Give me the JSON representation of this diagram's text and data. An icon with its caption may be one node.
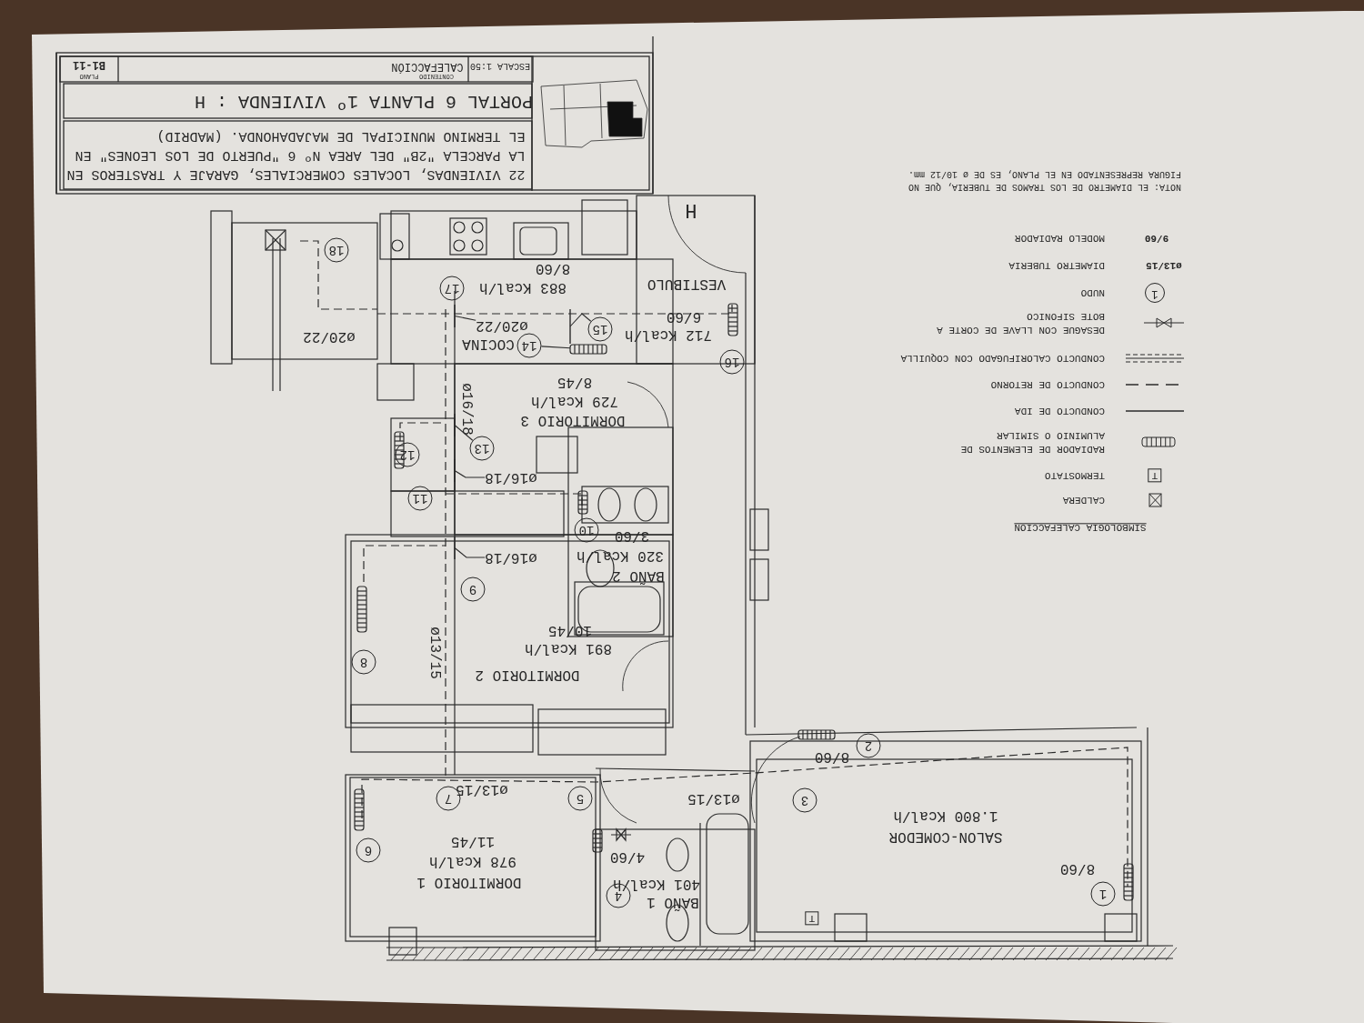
{
  "diagram": {
    "title": "PORTAL 6 PLANTA 1º VIVIENDA : H",
    "nodes": [
      {
        "text": [
          "1"
        ]
      },
      {
        "text": [
          "2"
        ]
      },
      {
        "text": [
          "3"
        ]
      },
      {
        "text": [
          "4"
        ]
      },
      {
        "text": [
          "5"
        ]
      },
      {
        "text": [
          "6"
        ]
      },
      {
        "text": [
          "7"
        ]
      },
      {
        "text": [
          "8"
        ]
      },
      {
        "text": [
          "9"
        ]
      },
      {
        "text": [
          "10"
        ]
      },
      {
        "text": [
          "11"
        ]
      },
      {
        "text": [
          "12"
        ]
      },
      {
        "text": [
          "13"
        ]
      },
      {
        "text": [
          "14"
        ]
      },
      {
        "text": [
          "15"
        ]
      },
      {
        "text": [
          "16"
        ]
      },
      {
        "text": [
          "17"
        ]
      },
      {
        "text": [
          "18"
        ]
      },
      {
        "text": [
          "ø20/22"
        ]
      },
      {
        "text": [
          "ø16/18"
        ]
      },
      {
        "text": [
          "ø16/18"
        ]
      },
      {
        "text": [],
        "shape": "pipe"
      },
      {
        "text": [],
        "shape": "pipe"
      },
      {
        "text": [],
        "shape": "pipe"
      },
      {
        "text": [],
        "shape": "pipe"
      },
      {
        "text": [],
        "shape": "pipe"
      },
      {
        "text": [],
        "shape": "radiator"
      }
    ],
    "edges": [
      {
        "from": 12,
        "to": 23,
        "arrow": "none"
      },
      {
        "from": 13,
        "to": 26,
        "arrow": "none"
      },
      {
        "from": 14,
        "to": 22,
        "arrow": "none"
      },
      {
        "from": 18,
        "to": 21,
        "arrow": "none"
      },
      {
        "from": 19,
        "to": 24,
        "arrow": "none"
      },
      {
        "from": 20,
        "to": 25,
        "arrow": "none"
      }
    ],
    "labels": [
      "22 VIVIENDAS, LOCALES COMERCIALES, GARAJE Y TRASTEROS EN LA PARCELA \"2B\" DEL AREA Nº 6 \"PUERTO DE LOS LEONES\" EN EL TERMINO MUNICIPAL DE MAJADAHONDA. (MADRID)",
      "ESCALA 1:50",
      "CONTENIDO",
      "CALEFACCIÓN",
      "PLANO",
      "B1-11",
      "SIMBOLOGIA CALEFACCION",
      "NOTA: EL DIAMETRO DE LOS TRAMOS DE TUBERIA, QUE NO FIGURA REPRESENTADO EN EL PLANO, ES DE ø 10/12 mm.",
      "T",
      "1",
      "ø13/15",
      "9/60",
      "H",
      "VESTIBULO",
      "883 Kcal/h",
      "8/60",
      "712 Kcal/h",
      "6/60",
      "COCINA",
      "DORMITORIO 3",
      "729 Kcal/h",
      "8/45",
      "ø16/18",
      "BAÑO 2",
      "320 Kcal/h",
      "3/60",
      "DORMITORIO 2",
      "891 Kcal/h",
      "10/45",
      "ø13/15",
      "ø20/22",
      "8/60",
      "ø13/15",
      "ø13/15",
      "DORMITORIO 1",
      "978 Kcal/h",
      "11/45",
      "BAÑO 1",
      "401 Kcal/h",
      "4/60",
      "SALON-COMEDOR",
      "1.800 Kcal/h",
      "8/60",
      "T"
    ],
    "legend": [
      {
        "text": "CALDERA"
      },
      {
        "text": "TERMOSTATO"
      },
      {
        "text": "RADIADOR DE ELEMENTOS DE ALUMINIO O SIMILAR"
      },
      {
        "text": "CONDUCTO DE IDA"
      },
      {
        "text": "CONDUCTO DE RETORNO"
      },
      {
        "text": "CONDUCTO CALORIFUGADO CON COQUILLA"
      },
      {
        "text": "DESAGUE CON LLAVE DE CORTE A BOTE SIFONICO"
      },
      {
        "text": "NUDO"
      },
      {
        "text": "DIAMETRO TUBERIA"
      },
      {
        "text": "MODELO RADIADOR"
      }
    ]
  }
}
